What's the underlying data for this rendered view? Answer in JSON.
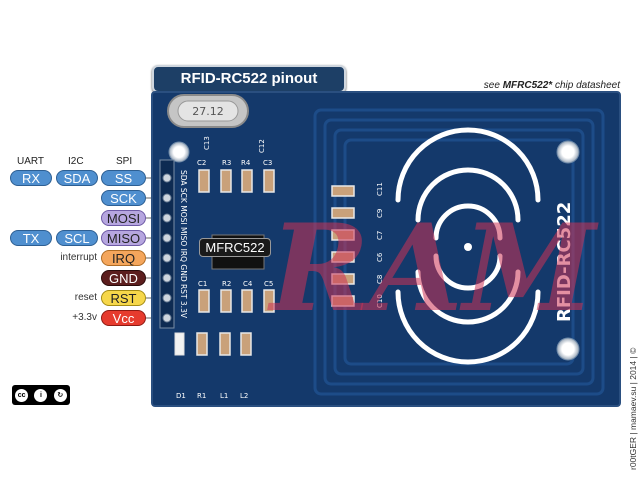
{
  "title": "RFID-RC522 pinout",
  "see_note": {
    "prefix": "see ",
    "chip": "MFRC522*",
    "suffix": " chip datasheet"
  },
  "columns": {
    "uart": "UART",
    "i2c": "I2C",
    "spi": "SPI"
  },
  "pins": {
    "ss": "SS",
    "sck": "SCK",
    "mosi": "MOSI",
    "miso": "MISO",
    "irq": "IRQ",
    "gnd": "GND",
    "rst": "RST",
    "vcc": "Vcc"
  },
  "uart_pins": {
    "rx": "RX",
    "tx": "TX"
  },
  "i2c_pins": {
    "sda": "SDA",
    "scl": "SCL"
  },
  "side_labels": {
    "interrupt": "interrupt",
    "reset": "reset",
    "voltage": "+3.3v"
  },
  "board": {
    "chip_label": "MFRC522",
    "board_name": "RFID-RC522",
    "crystal": "27.12",
    "header_text": "SDA SCK MOSI MISO IRQ GND RST 3.3V",
    "components_top": [
      "C13",
      "C12",
      "C2",
      "R3",
      "R4",
      "C3"
    ],
    "components_bottom": [
      "C1",
      "R2",
      "C4",
      "C5"
    ],
    "components_lower": [
      "D1",
      "R1",
      "L1",
      "L2"
    ],
    "caps_column": [
      "C11",
      "C9",
      "C7",
      "C6",
      "C8",
      "C10"
    ]
  },
  "credit": "r00tGER | mamaev.su | 2014 | ©",
  "colors": {
    "board": "#14396b",
    "title_bg": "#1d3f66"
  }
}
